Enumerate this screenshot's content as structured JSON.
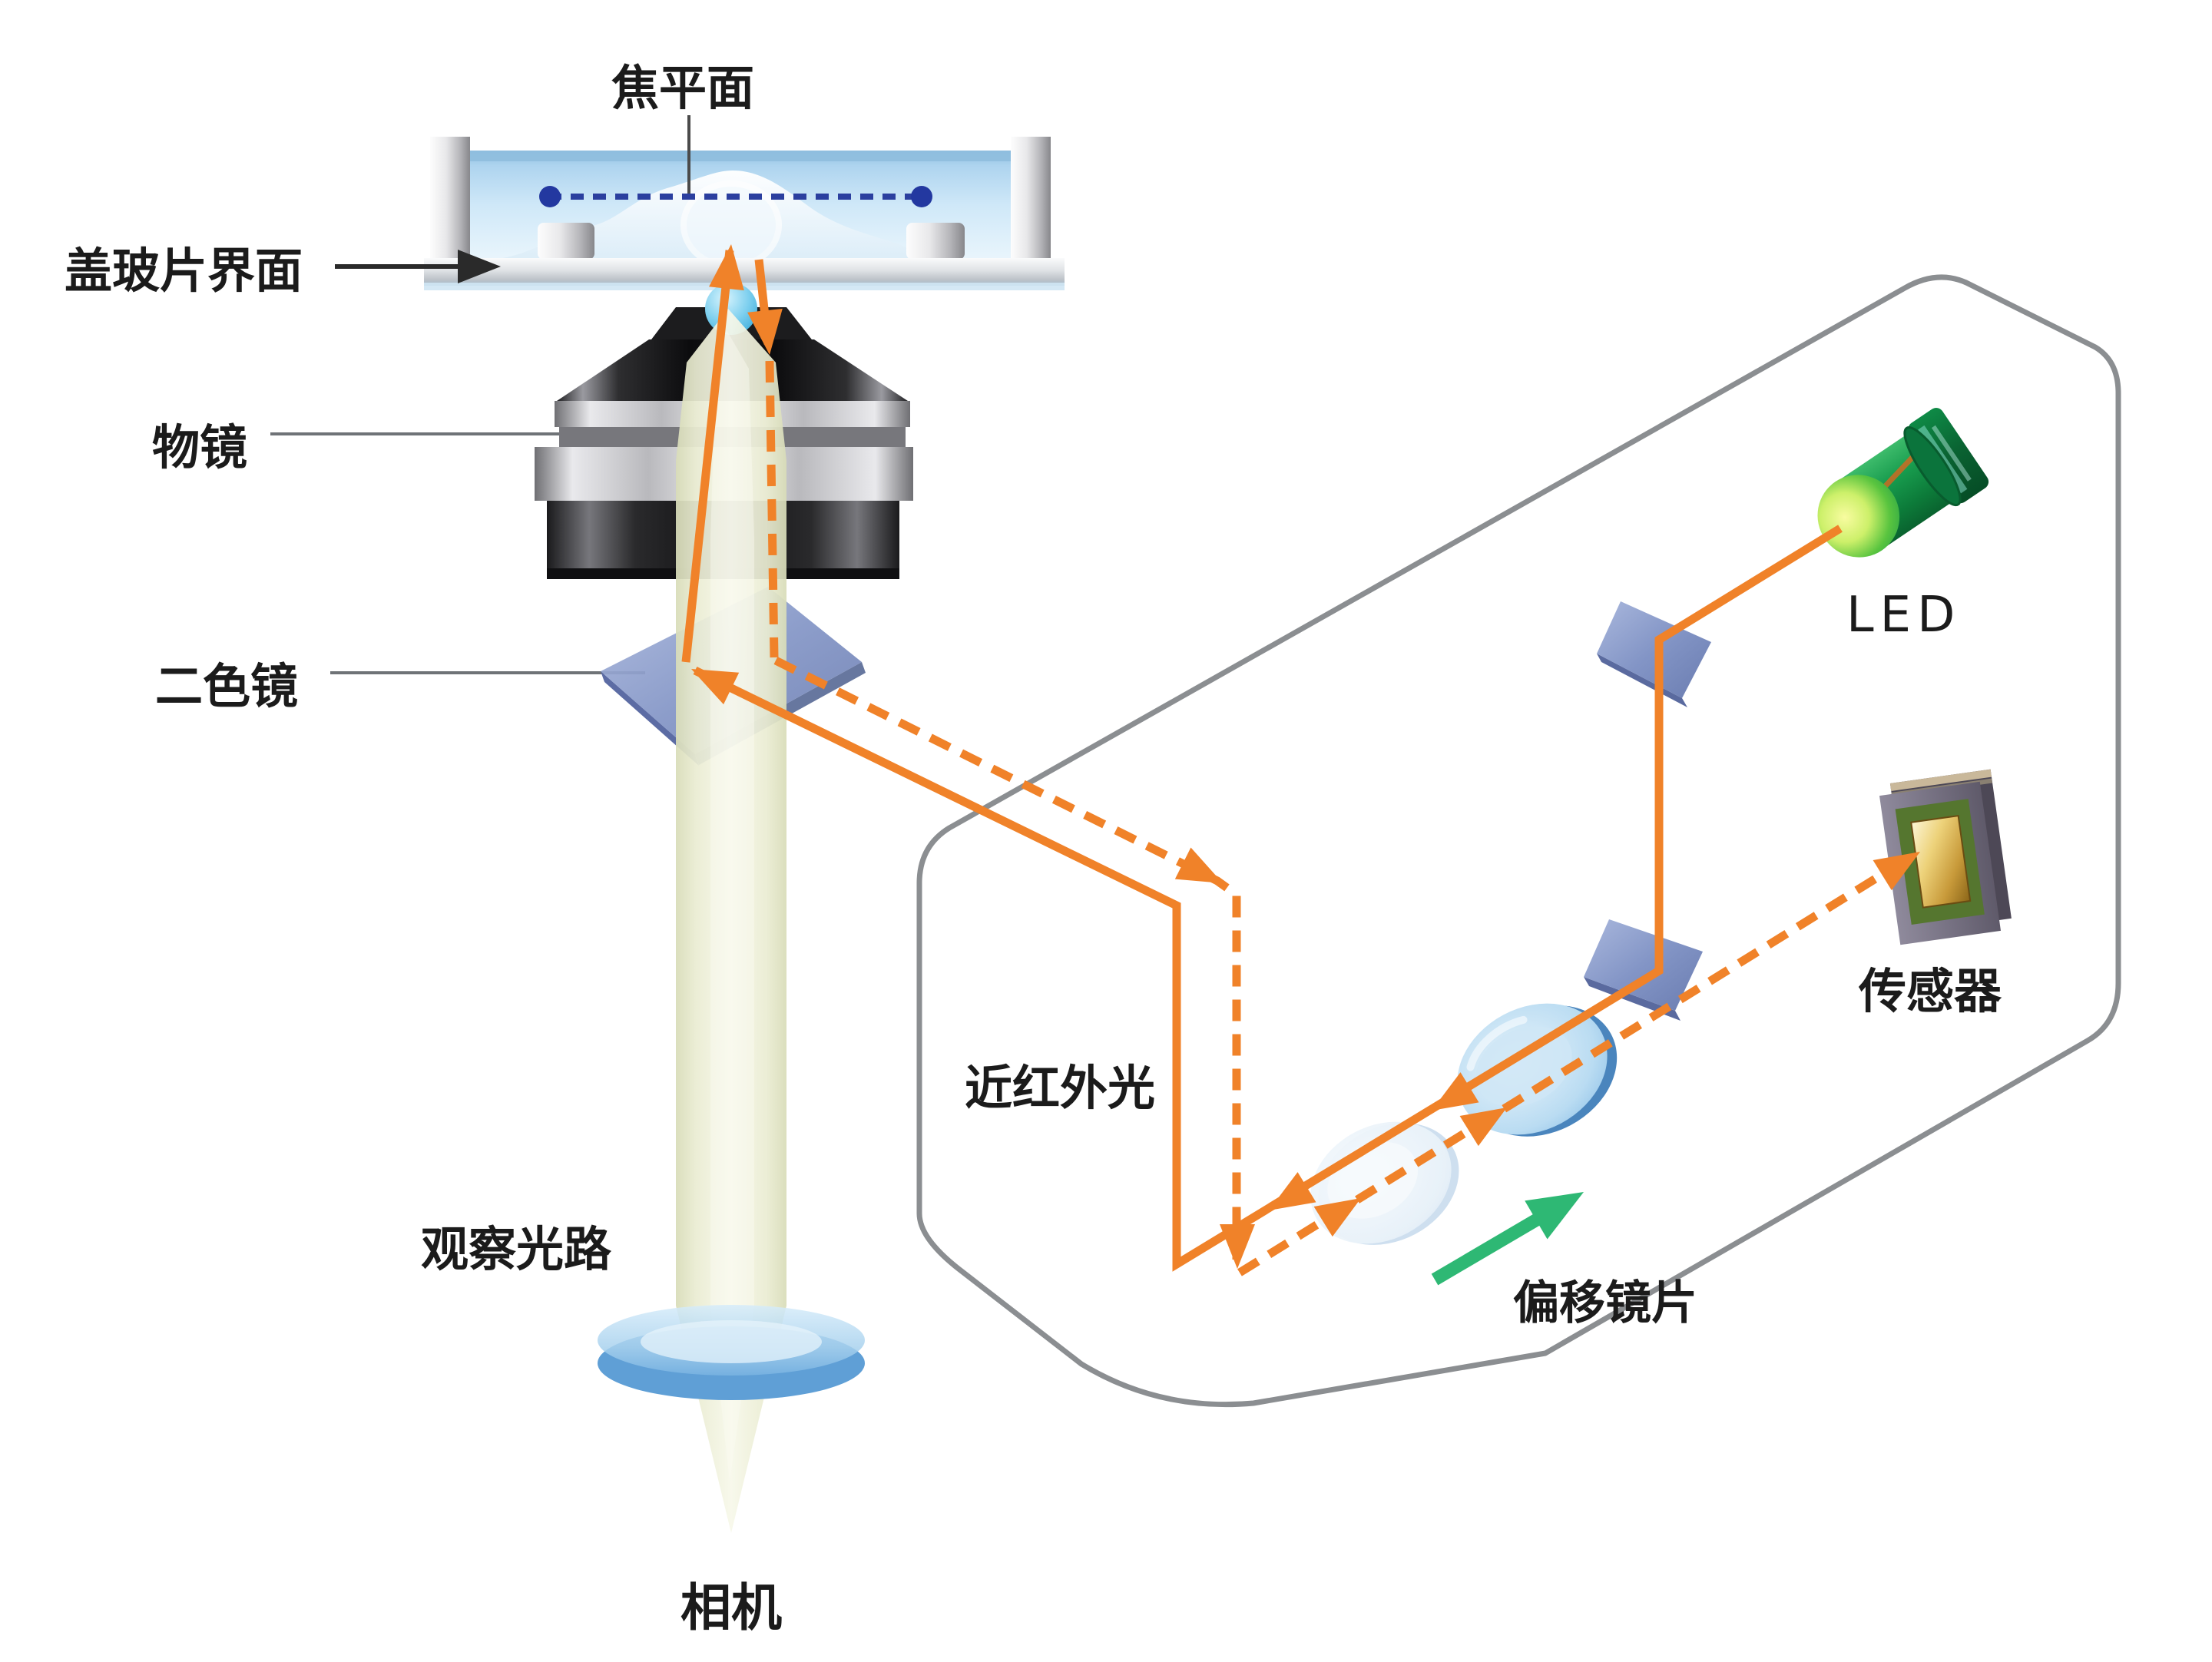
{
  "diagram": {
    "type": "microscope-nir-autofocus-schematic",
    "labels": {
      "focal_plane": "焦平面",
      "coverslip_interface": "盖玻片界面",
      "objective": "物镜",
      "dichroic_mirror": "二色镜",
      "nir_light": "近红外光",
      "observation_path": "观察光路",
      "camera": "相机",
      "led": "LED",
      "sensor": "传感器",
      "offset_lens": "偏移镜片"
    },
    "colors": {
      "nir_beam_orange": "#F08229",
      "observation_beam": "#F2F3E2",
      "focal_plane_dashed": "#2B3F9F",
      "enclosure_outline": "#8B8E91",
      "offset_arrow_green": "#2EB874",
      "led_green": "#17A04C",
      "dichroic_blue": "#8292C4",
      "lens_blue": "#8EC1E8",
      "sensor_gold": "#EDD27A"
    },
    "line_styles": {
      "solid_orange": "outgoing NIR light",
      "dashed_orange": "returning NIR light"
    }
  }
}
